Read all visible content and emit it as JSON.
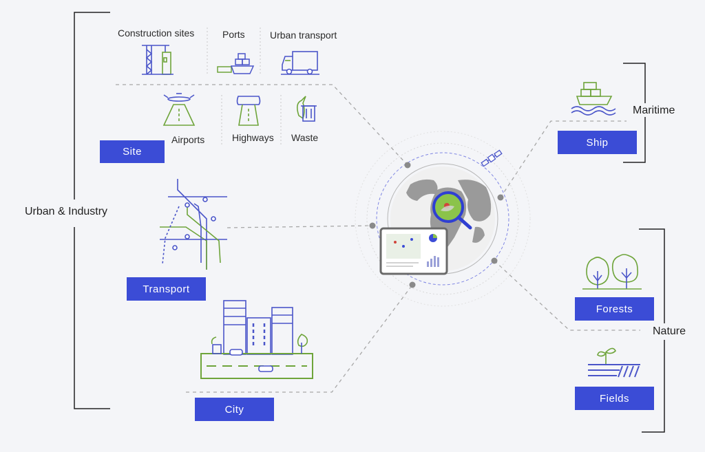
{
  "groups": {
    "urban": "Urban & Industry",
    "maritime": "Maritime",
    "nature": "Nature"
  },
  "items": {
    "construction": "Construction sites",
    "ports": "Ports",
    "urban_transport": "Urban transport",
    "airports": "Airports",
    "highways": "Highways",
    "waste": "Waste"
  },
  "buttons": {
    "site": "Site",
    "transport": "Transport",
    "city": "City",
    "ship": "Ship",
    "forests": "Forests",
    "fields": "Fields"
  },
  "colors": {
    "accent_blue": "#3b4cd6",
    "accent_green": "#6ea43a",
    "icon_blue": "#4a55c9",
    "globe_gray": "#9a9a9a",
    "bracket": "#222222"
  }
}
